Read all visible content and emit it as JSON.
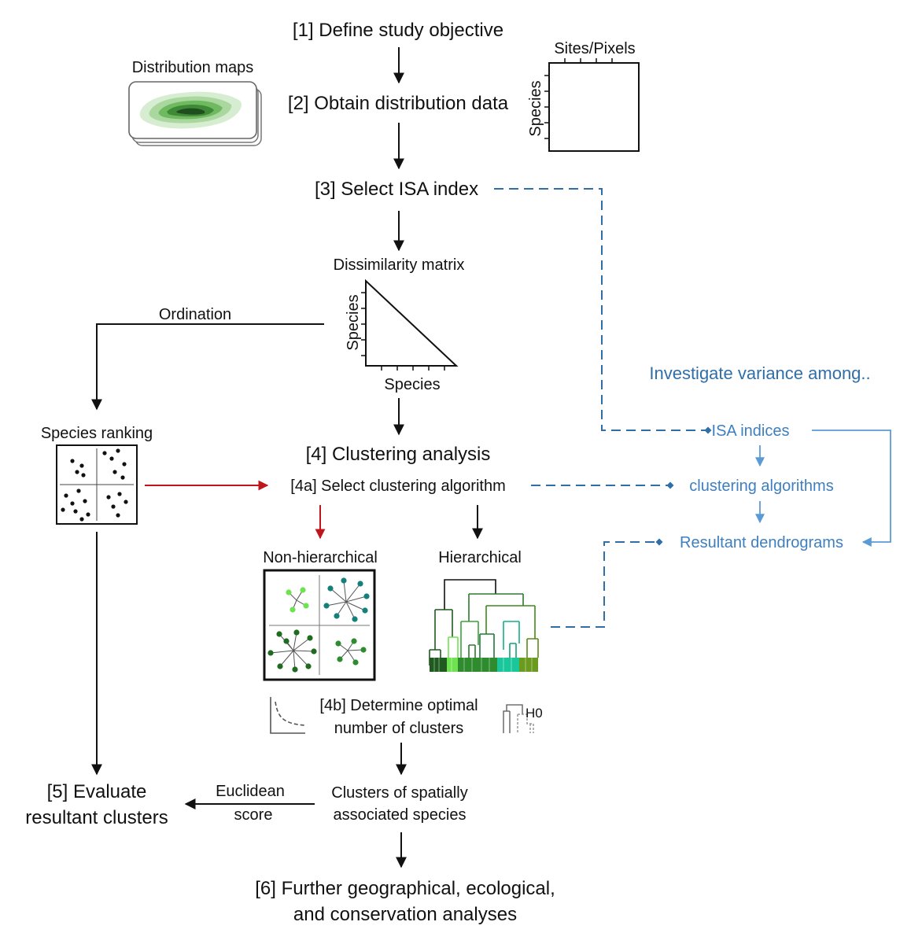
{
  "steps": {
    "s1": "[1] Define study objective",
    "s2": "[2] Obtain distribution data",
    "s3": "[3] Select ISA index",
    "s4": "[4] Clustering analysis",
    "s4a": "[4a] Select clustering algorithm",
    "s4b_line1": "[4b] Determine optimal",
    "s4b_line2": "number of clusters",
    "s5_line1": "[5] Evaluate",
    "s5_line2": "resultant clusters",
    "s6_line1": "[6] Further geographical, ecological,",
    "s6_line2": "and conservation analyses"
  },
  "labels": {
    "distribution_maps": "Distribution maps",
    "sites_pixels": "Sites/Pixels",
    "species_axis": "Species",
    "dissimilarity_matrix": "Dissimilarity matrix",
    "dm_y_axis": "Species",
    "dm_x_axis": "Species",
    "ordination": "Ordination",
    "species_ranking": "Species ranking",
    "non_hierarchical": "Non-hierarchical",
    "hierarchical": "Hierarchical",
    "h0": "H0",
    "clusters_line1": "Clusters of spatially",
    "clusters_line2": "associated species",
    "euclidean_line1": "Euclidean",
    "euclidean_line2": "score"
  },
  "variance": {
    "title": "Investigate variance among..",
    "items": [
      "ISA indices",
      "clustering algorithms",
      "Resultant dendrograms"
    ]
  },
  "colors": {
    "arrow_black": "#111111",
    "arrow_red": "#c0161b",
    "dashed_blue": "#2f6ea8",
    "light_blue": "#5b9bd5",
    "green_dark": "#1f6b1f",
    "green_light": "#7ed957",
    "teal": "#14807a"
  }
}
